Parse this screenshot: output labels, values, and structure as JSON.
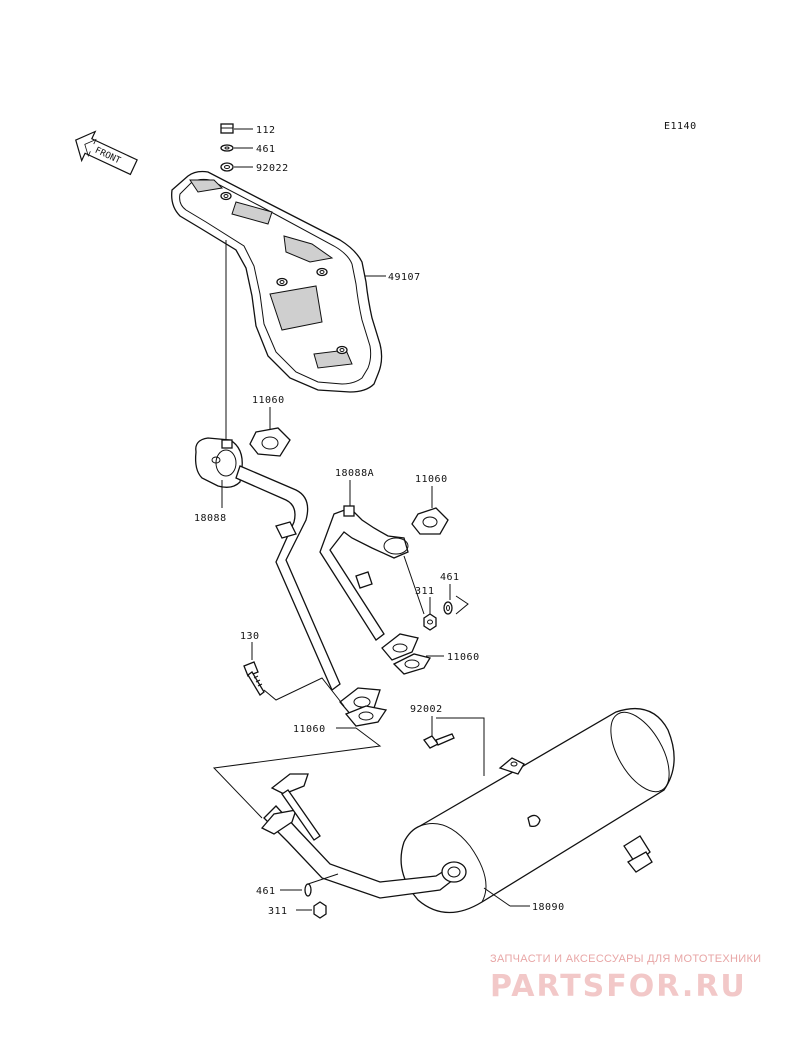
{
  "diagram_code": "E1140",
  "front_label": "FRONT",
  "callouts": {
    "c112": "112",
    "c461_top": "461",
    "c92022": "92022",
    "c49107": "49107",
    "c11060_a": "11060",
    "c18088": "18088",
    "c18088A": "18088A",
    "c11060_b": "11060",
    "c461_mid": "461",
    "c311_mid": "311",
    "c130": "130",
    "c11060_c": "11060",
    "c11060_d": "11060",
    "c92002": "92002",
    "c461_bot": "461",
    "c311_bot": "311",
    "c18090": "18090"
  },
  "watermark": {
    "subtitle": "ЗАПЧАСТИ И АКСЕССУАРЫ ДЛЯ МОТОТЕХНИКИ",
    "brand": "PARTSFOR.RU"
  }
}
